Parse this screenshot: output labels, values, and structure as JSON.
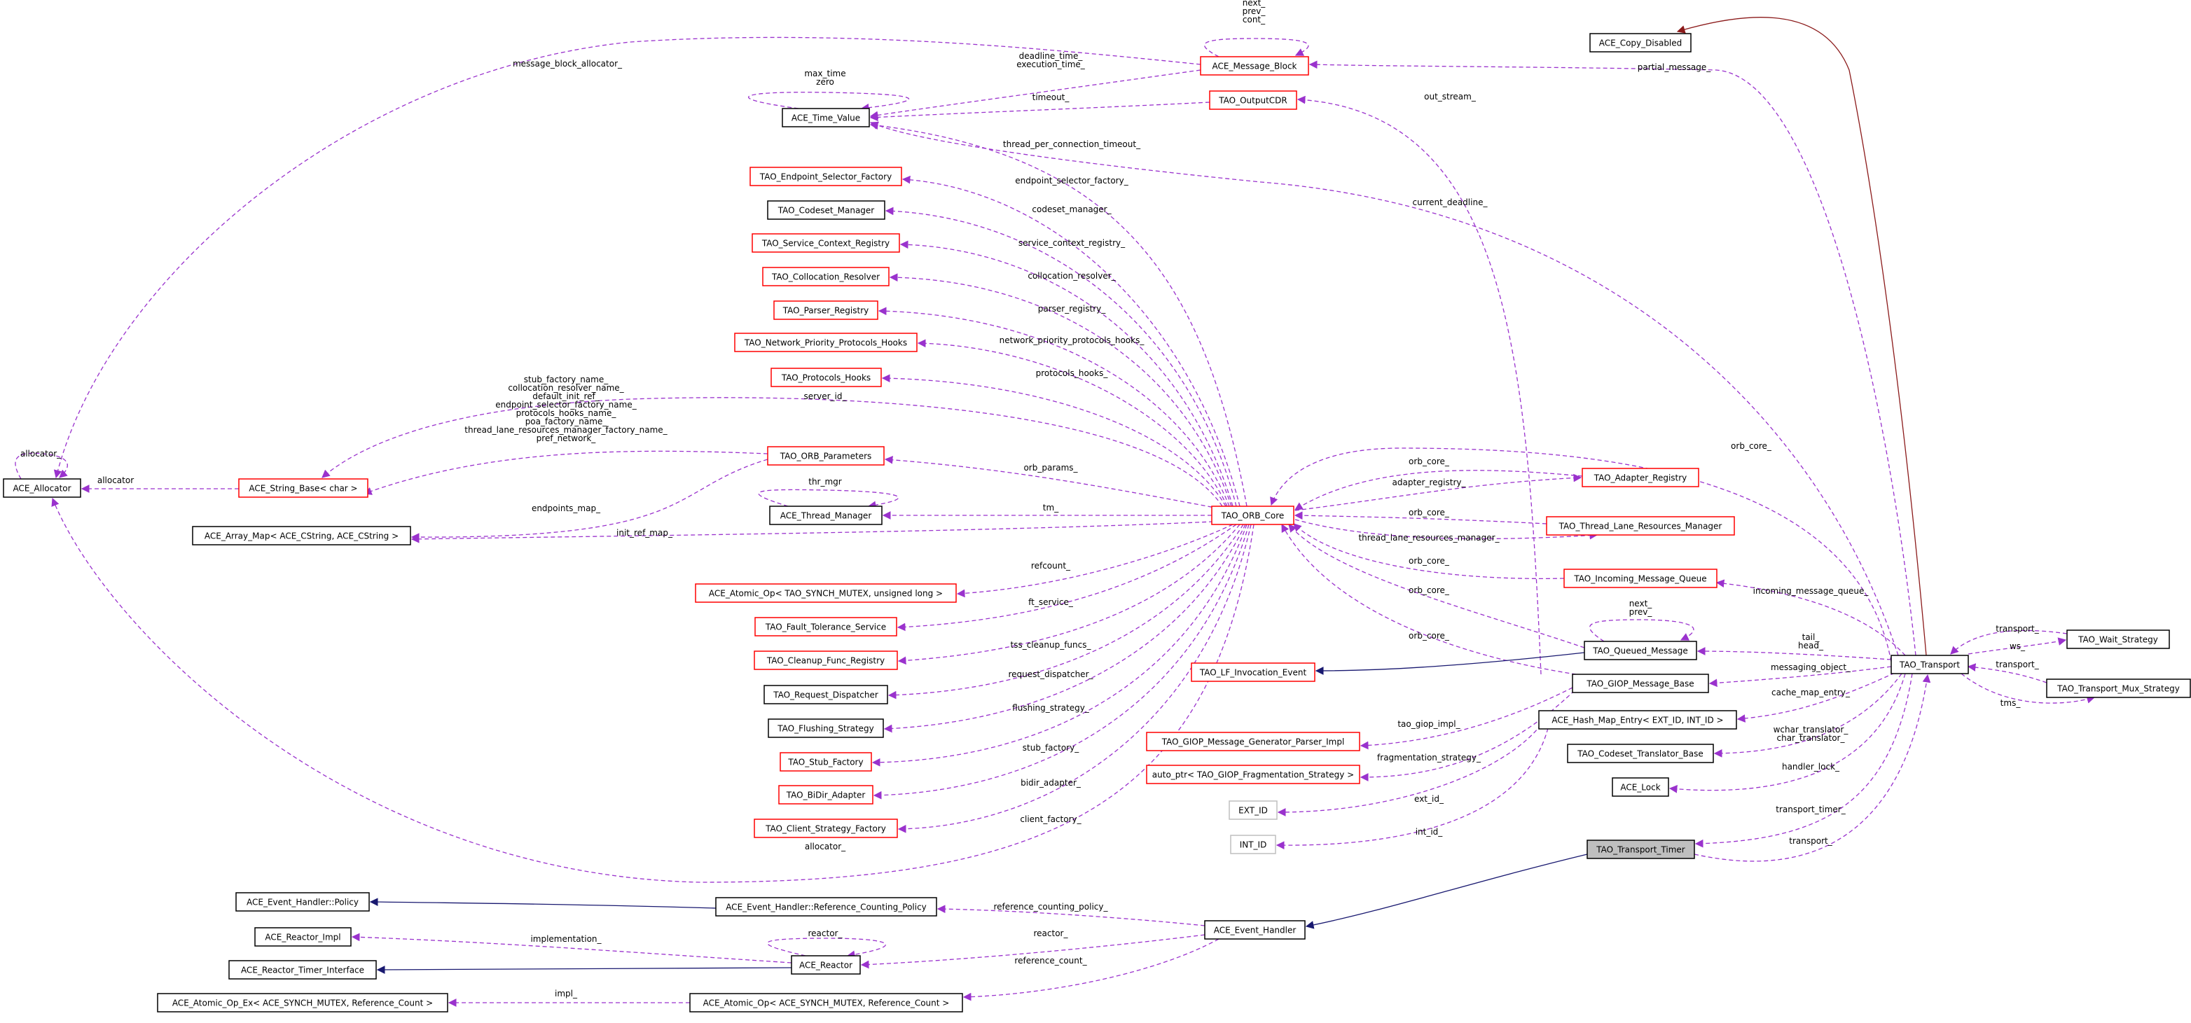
{
  "colors": {
    "usage_edge": "#9a32cd",
    "inheritance_edge": "#191970",
    "template_edge": "#8b1a1a",
    "node_documented_border": "#000000",
    "node_undocumented_border": "#ff0000",
    "node_external_border": "#bfbfbf",
    "focus_node_fill": "#bfbfbf"
  },
  "nodes": [
    {
      "id": "ACE_Copy_Disabled",
      "label": "ACE_Copy_Disabled",
      "style": "black"
    },
    {
      "id": "ACE_Message_Block",
      "label": "ACE_Message_Block",
      "style": "red"
    },
    {
      "id": "TAO_OutputCDR",
      "label": "TAO_OutputCDR",
      "style": "red"
    },
    {
      "id": "ACE_Time_Value",
      "label": "ACE_Time_Value",
      "style": "black"
    },
    {
      "id": "TAO_Endpoint_Selector_Factory",
      "label": "TAO_Endpoint_Selector_Factory",
      "style": "red"
    },
    {
      "id": "TAO_Codeset_Manager",
      "label": "TAO_Codeset_Manager",
      "style": "black"
    },
    {
      "id": "TAO_Service_Context_Registry",
      "label": "TAO_Service_Context_Registry",
      "style": "red"
    },
    {
      "id": "TAO_Collocation_Resolver",
      "label": "TAO_Collocation_Resolver",
      "style": "red"
    },
    {
      "id": "TAO_Parser_Registry",
      "label": "TAO_Parser_Registry",
      "style": "red"
    },
    {
      "id": "TAO_Network_Priority_Protocols_Hooks",
      "label": "TAO_Network_Priority_Protocols_Hooks",
      "style": "red"
    },
    {
      "id": "TAO_Protocols_Hooks",
      "label": "TAO_Protocols_Hooks",
      "style": "red"
    },
    {
      "id": "ACE_Allocator",
      "label": "ACE_Allocator",
      "style": "black"
    },
    {
      "id": "ACE_String_Base",
      "label": "ACE_String_Base< char >",
      "style": "red"
    },
    {
      "id": "TAO_ORB_Parameters",
      "label": "TAO_ORB_Parameters",
      "style": "red"
    },
    {
      "id": "ACE_Array_Map",
      "label": "ACE_Array_Map< ACE_CString, ACE_CString >",
      "style": "black"
    },
    {
      "id": "ACE_Thread_Manager",
      "label": "ACE_Thread_Manager",
      "style": "black"
    },
    {
      "id": "TAO_ORB_Core",
      "label": "TAO_ORB_Core",
      "style": "red"
    },
    {
      "id": "TAO_Adapter_Registry",
      "label": "TAO_Adapter_Registry",
      "style": "red"
    },
    {
      "id": "TAO_Thread_Lane_Resources_Manager",
      "label": "TAO_Thread_Lane_Resources_Manager",
      "style": "red"
    },
    {
      "id": "TAO_Incoming_Message_Queue",
      "label": "TAO_Incoming_Message_Queue",
      "style": "red"
    },
    {
      "id": "ACE_Atomic_Op_ulong",
      "label": "ACE_Atomic_Op< TAO_SYNCH_MUTEX, unsigned long >",
      "style": "red"
    },
    {
      "id": "TAO_Fault_Tolerance_Service",
      "label": "TAO_Fault_Tolerance_Service",
      "style": "red"
    },
    {
      "id": "TAO_Cleanup_Func_Registry",
      "label": "TAO_Cleanup_Func_Registry",
      "style": "red"
    },
    {
      "id": "TAO_Request_Dispatcher",
      "label": "TAO_Request_Dispatcher",
      "style": "black"
    },
    {
      "id": "TAO_Flushing_Strategy",
      "label": "TAO_Flushing_Strategy",
      "style": "black"
    },
    {
      "id": "TAO_Stub_Factory",
      "label": "TAO_Stub_Factory",
      "style": "red"
    },
    {
      "id": "TAO_BiDir_Adapter",
      "label": "TAO_BiDir_Adapter",
      "style": "red"
    },
    {
      "id": "TAO_Client_Strategy_Factory",
      "label": "TAO_Client_Strategy_Factory",
      "style": "red"
    },
    {
      "id": "TAO_Queued_Message",
      "label": "TAO_Queued_Message",
      "style": "black"
    },
    {
      "id": "TAO_LF_Invocation_Event",
      "label": "TAO_LF_Invocation_Event",
      "style": "red"
    },
    {
      "id": "TAO_GIOP_Message_Base",
      "label": "TAO_GIOP_Message_Base",
      "style": "black"
    },
    {
      "id": "ACE_Hash_Map_Entry",
      "label": "ACE_Hash_Map_Entry< EXT_ID, INT_ID >",
      "style": "black"
    },
    {
      "id": "TAO_GIOP_Message_Generator_Parser_Impl",
      "label": "TAO_GIOP_Message_Generator_Parser_Impl",
      "style": "red"
    },
    {
      "id": "auto_ptr_frag",
      "label": "auto_ptr< TAO_GIOP_Fragmentation_Strategy >",
      "style": "red"
    },
    {
      "id": "TAO_Codeset_Translator_Base",
      "label": "TAO_Codeset_Translator_Base",
      "style": "black"
    },
    {
      "id": "ACE_Lock",
      "label": "ACE_Lock",
      "style": "black"
    },
    {
      "id": "EXT_ID",
      "label": "EXT_ID",
      "style": "gray"
    },
    {
      "id": "INT_ID",
      "label": "INT_ID",
      "style": "gray"
    },
    {
      "id": "TAO_Transport_Timer",
      "label": "TAO_Transport_Timer",
      "style": "focus"
    },
    {
      "id": "TAO_Transport",
      "label": "TAO_Transport",
      "style": "black"
    },
    {
      "id": "TAO_Wait_Strategy",
      "label": "TAO_Wait_Strategy",
      "style": "black"
    },
    {
      "id": "TAO_Transport_Mux_Strategy",
      "label": "TAO_Transport_Mux_Strategy",
      "style": "black"
    },
    {
      "id": "ACE_Event_Handler_Policy",
      "label": "ACE_Event_Handler::Policy",
      "style": "black"
    },
    {
      "id": "ACE_Event_Handler_RCP",
      "label": "ACE_Event_Handler::Reference_Counting_Policy",
      "style": "black"
    },
    {
      "id": "ACE_Event_Handler",
      "label": "ACE_Event_Handler",
      "style": "black"
    },
    {
      "id": "ACE_Reactor_Impl",
      "label": "ACE_Reactor_Impl",
      "style": "black"
    },
    {
      "id": "ACE_Reactor",
      "label": "ACE_Reactor",
      "style": "black"
    },
    {
      "id": "ACE_Reactor_Timer_Interface",
      "label": "ACE_Reactor_Timer_Interface",
      "style": "black"
    },
    {
      "id": "ACE_Atomic_Op_Ex",
      "label": "ACE_Atomic_Op_Ex< ACE_SYNCH_MUTEX, Reference_Count >",
      "style": "black"
    },
    {
      "id": "ACE_Atomic_Op_RC",
      "label": "ACE_Atomic_Op< ACE_SYNCH_MUTEX, Reference_Count >",
      "style": "black"
    }
  ],
  "edges": [
    {
      "id": "e_copy",
      "type": "template",
      "label": ""
    },
    {
      "id": "e_msgblock_self",
      "type": "usage",
      "label": "next_\nprev_\ncont_"
    },
    {
      "id": "e_partial",
      "type": "usage",
      "label": "partial_message_"
    },
    {
      "id": "e_mb_alloc",
      "type": "usage",
      "label": "message_block_allocator_"
    },
    {
      "id": "e_mb_time",
      "type": "usage",
      "label": "deadline_time_\nexecution_time_"
    },
    {
      "id": "e_time_self",
      "type": "usage",
      "label": "max_time\nzero"
    },
    {
      "id": "e_timeout",
      "type": "usage",
      "label": "timeout_"
    },
    {
      "id": "e_outstream",
      "type": "usage",
      "label": "out_stream_"
    },
    {
      "id": "e_curdeadline",
      "type": "usage",
      "label": "current_deadline_"
    },
    {
      "id": "e_tpct",
      "type": "usage",
      "label": "thread_per_connection_timeout_"
    },
    {
      "id": "e_esf",
      "type": "usage",
      "label": "endpoint_selector_factory_"
    },
    {
      "id": "e_csm",
      "type": "usage",
      "label": "codeset_manager_"
    },
    {
      "id": "e_scr",
      "type": "usage",
      "label": "service_context_registry_"
    },
    {
      "id": "e_colres",
      "type": "usage",
      "label": "collocation_resolver_"
    },
    {
      "id": "e_parser",
      "type": "usage",
      "label": "parser_registry_"
    },
    {
      "id": "e_nph",
      "type": "usage",
      "label": "network_priority_protocols_hooks_"
    },
    {
      "id": "e_ph",
      "type": "usage",
      "label": "protocols_hooks_"
    },
    {
      "id": "e_serverid",
      "type": "usage",
      "label": "server_id_"
    },
    {
      "id": "e_alloc_self",
      "type": "usage",
      "label": "allocator_"
    },
    {
      "id": "e_sb_alloc",
      "type": "usage",
      "label": "allocator"
    },
    {
      "id": "e_params_strings",
      "type": "usage",
      "label": "stub_factory_name_\ncollocation_resolver_name_\ndefault_init_ref_\nendpoint_selector_factory_name_\nprotocols_hooks_name_\npoa_factory_name_\nthread_lane_resources_manager_factory_name_\npref_network_"
    },
    {
      "id": "e_endpoints",
      "type": "usage",
      "label": "endpoints_map_"
    },
    {
      "id": "e_orbparams",
      "type": "usage",
      "label": "orb_params_"
    },
    {
      "id": "e_thrmgr",
      "type": "usage",
      "label": "thr_mgr"
    },
    {
      "id": "e_tm",
      "type": "usage",
      "label": "tm_"
    },
    {
      "id": "e_initref",
      "type": "usage",
      "label": "init_ref_map_"
    },
    {
      "id": "e_refcount",
      "type": "usage",
      "label": "refcount_"
    },
    {
      "id": "e_ft",
      "type": "usage",
      "label": "ft_service_"
    },
    {
      "id": "e_tss",
      "type": "usage",
      "label": "tss_cleanup_funcs_"
    },
    {
      "id": "e_reqdisp",
      "type": "usage",
      "label": "request_dispatcher_"
    },
    {
      "id": "e_flush",
      "type": "usage",
      "label": "flushing_strategy_"
    },
    {
      "id": "e_stub",
      "type": "usage",
      "label": "stub_factory_"
    },
    {
      "id": "e_bidir",
      "type": "usage",
      "label": "bidir_adapter_"
    },
    {
      "id": "e_client",
      "type": "usage",
      "label": "client_factory_"
    },
    {
      "id": "e_core_alloc",
      "type": "usage",
      "label": "allocator_"
    },
    {
      "id": "e_orbcore_transport",
      "type": "usage",
      "label": "orb_core_"
    },
    {
      "id": "e_adapter",
      "type": "usage",
      "label": "adapter_registry_"
    },
    {
      "id": "e_orbcore_adapter",
      "type": "usage",
      "label": "orb_core_"
    },
    {
      "id": "e_orbcore_tlrm",
      "type": "usage",
      "label": "orb_core_"
    },
    {
      "id": "e_tlrm",
      "type": "usage",
      "label": "thread_lane_resources_manager_"
    },
    {
      "id": "e_orbcore_imq",
      "type": "usage",
      "label": "orb_core_"
    },
    {
      "id": "e_orbcore_qm",
      "type": "usage",
      "label": "orb_core_"
    },
    {
      "id": "e_orbcore_gmb",
      "type": "usage",
      "label": "orb_core_"
    },
    {
      "id": "e_imq",
      "type": "usage",
      "label": "incoming_message_queue_"
    },
    {
      "id": "e_qm_self",
      "type": "usage",
      "label": "next_\nprev_"
    },
    {
      "id": "e_lfie",
      "type": "inherit",
      "label": ""
    },
    {
      "id": "e_tailhead",
      "type": "usage",
      "label": "tail_\nhead_"
    },
    {
      "id": "e_msgobj",
      "type": "usage",
      "label": "messaging_object_"
    },
    {
      "id": "e_cme",
      "type": "usage",
      "label": "cache_map_entry_"
    },
    {
      "id": "e_tgi",
      "type": "usage",
      "label": "tao_giop_impl_"
    },
    {
      "id": "e_frag",
      "type": "usage",
      "label": "fragmentation_strategy_"
    },
    {
      "id": "e_xlat",
      "type": "usage",
      "label": "wchar_translator_\nchar_translator_"
    },
    {
      "id": "e_lock",
      "type": "usage",
      "label": "handler_lock_"
    },
    {
      "id": "e_extid",
      "type": "usage",
      "label": "ext_id_"
    },
    {
      "id": "e_intid",
      "type": "usage",
      "label": "int_id_"
    },
    {
      "id": "e_ttimer",
      "type": "usage",
      "label": "transport_timer_"
    },
    {
      "id": "e_transport_back",
      "type": "usage",
      "label": "transport_"
    },
    {
      "id": "e_ws",
      "type": "usage",
      "label": "ws_"
    },
    {
      "id": "e_ws_back",
      "type": "usage",
      "label": "transport_"
    },
    {
      "id": "e_tms",
      "type": "usage",
      "label": "tms_"
    },
    {
      "id": "e_tms_back",
      "type": "usage",
      "label": "transport_"
    },
    {
      "id": "e_timer_eh",
      "type": "inherit",
      "label": ""
    },
    {
      "id": "e_rcp",
      "type": "usage",
      "label": "reference_counting_policy_"
    },
    {
      "id": "e_policy",
      "type": "inherit",
      "label": ""
    },
    {
      "id": "e_reactor",
      "type": "usage",
      "label": "reactor_"
    },
    {
      "id": "e_reactor_self",
      "type": "usage",
      "label": "reactor_"
    },
    {
      "id": "e_impl",
      "type": "usage",
      "label": "implementation_"
    },
    {
      "id": "e_rti",
      "type": "inherit",
      "label": ""
    },
    {
      "id": "e_refc",
      "type": "usage",
      "label": "reference_count_"
    },
    {
      "id": "e_impl2",
      "type": "usage",
      "label": "impl_"
    }
  ]
}
